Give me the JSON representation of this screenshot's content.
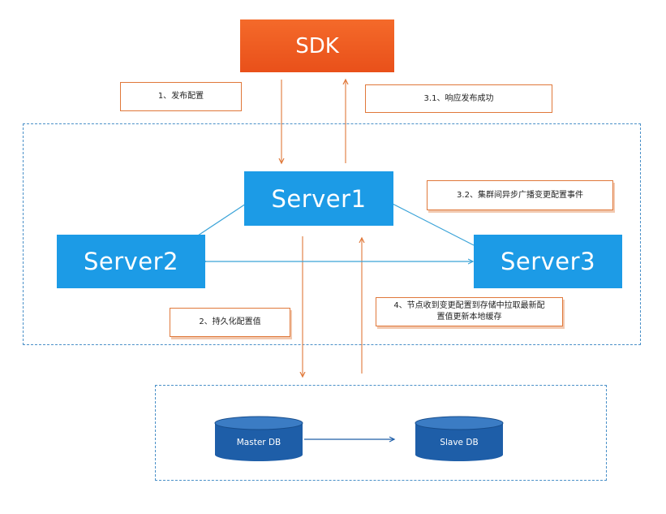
{
  "nodes": {
    "sdk": "SDK",
    "server1": "Server1",
    "server2": "Server2",
    "server3": "Server3",
    "master_db": "Master DB",
    "slave_db": "Slave DB"
  },
  "notes": {
    "step1": "1、发布配置",
    "step2": "2、持久化配置值",
    "step3_1": "3.1、响应发布成功",
    "step3_2": "3.2、集群间异步广播变更配置事件",
    "step4_line1": "4、节点收到变更配置到存储中拉取最新配",
    "step4_line2": "置值更新本地缓存"
  },
  "colors": {
    "sdk_orange": "#ee5b1f",
    "server_blue": "#1c9be6",
    "db_blue": "#1e5ea8",
    "arrow_orange": "#e0783a",
    "link_blue": "#3aa3d8",
    "frame_blue": "#4a90c8"
  }
}
